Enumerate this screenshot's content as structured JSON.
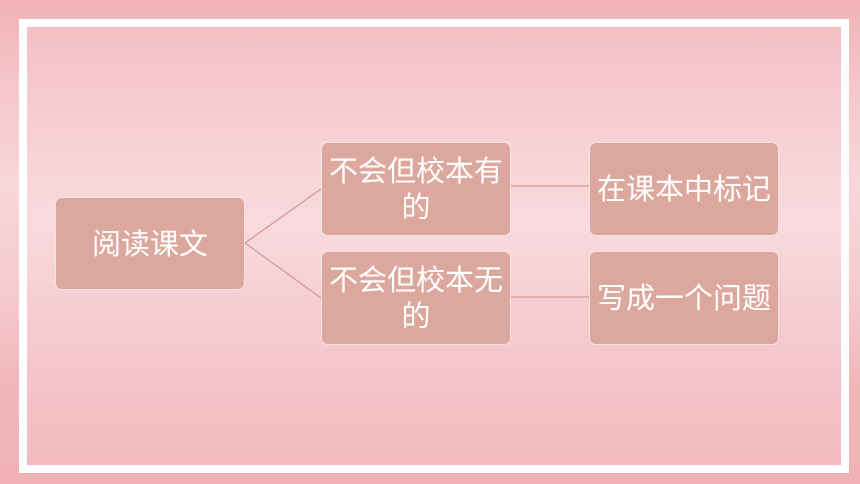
{
  "diagram": {
    "root": "阅读课文",
    "branch_a": "不会但校本有的",
    "branch_b": "不会但校本无的",
    "leaf_a": "在课本中标记",
    "leaf_b": "写成一个问题"
  },
  "colors": {
    "node_fill": "#dca89e",
    "node_text": "#ffffff",
    "connector": "#d49a92",
    "frame": "#ffffff",
    "background": "#f6ccd0"
  }
}
